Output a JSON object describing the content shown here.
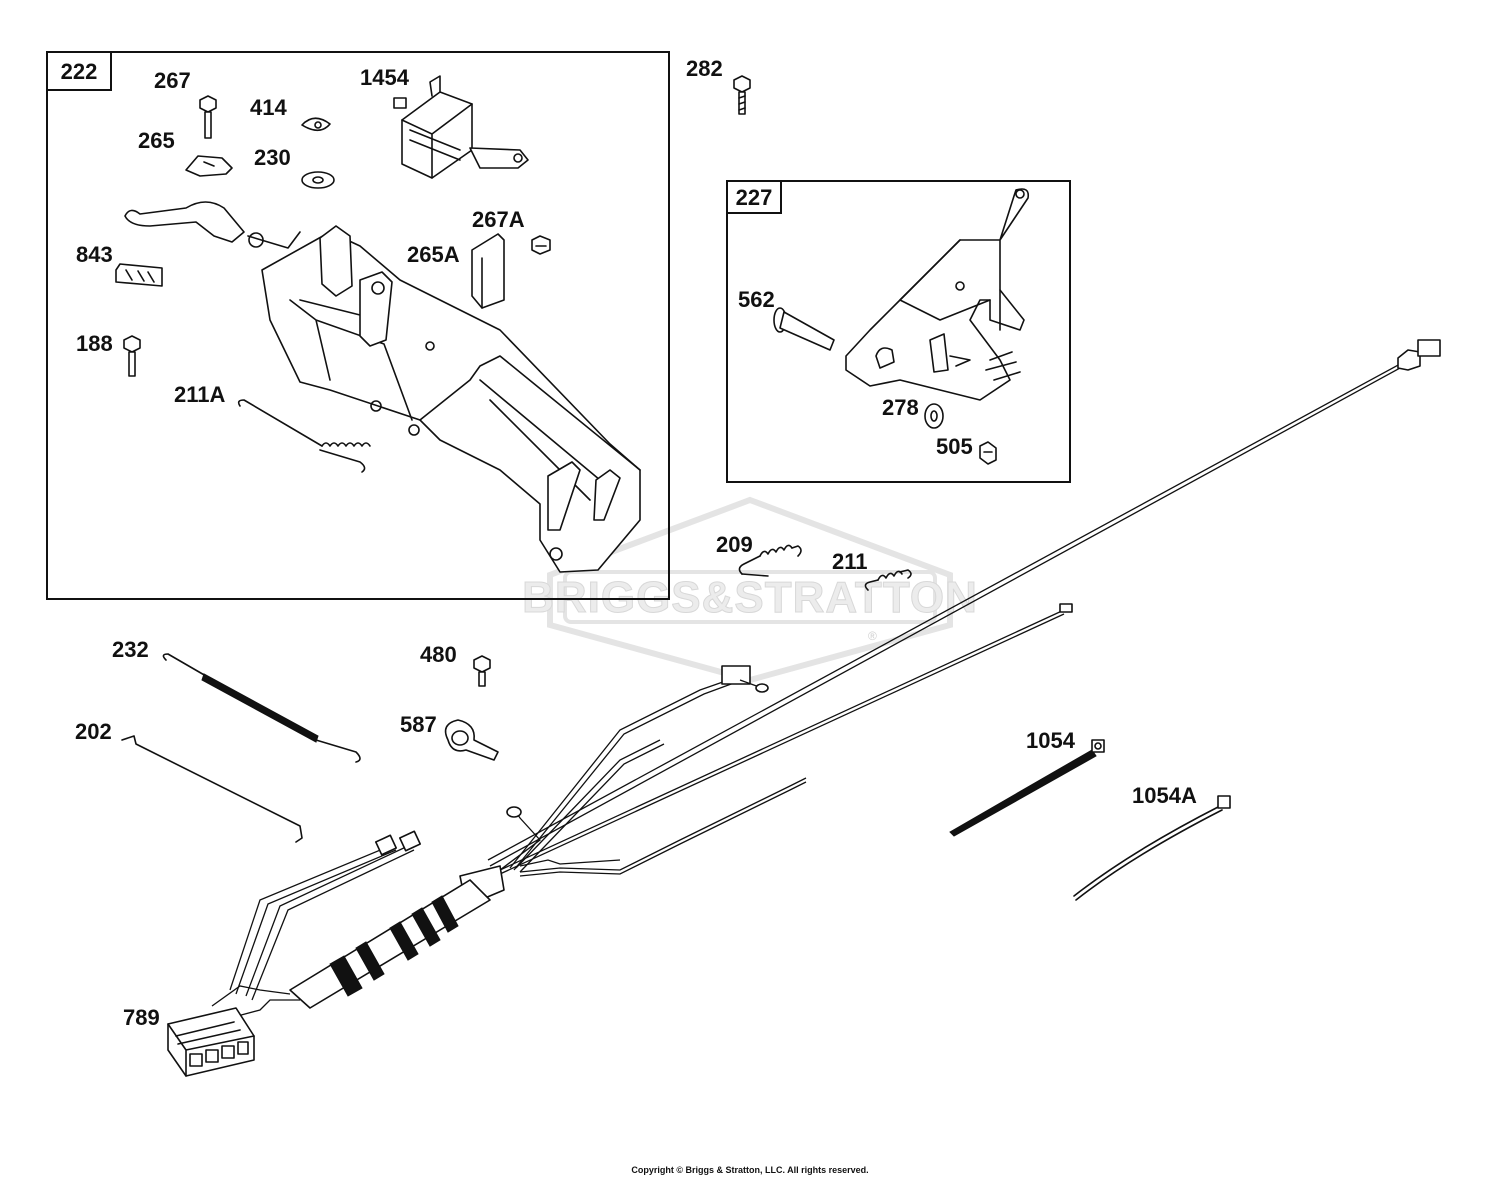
{
  "watermark": {
    "text": "BRIGGS&STRATTON",
    "registered": "®"
  },
  "boxes": [
    {
      "id": "222",
      "label": "222"
    },
    {
      "id": "227",
      "label": "227"
    }
  ],
  "callouts": [
    {
      "id": "267",
      "text": "267"
    },
    {
      "id": "414",
      "text": "414"
    },
    {
      "id": "1454",
      "text": "1454"
    },
    {
      "id": "265",
      "text": "265"
    },
    {
      "id": "230",
      "text": "230"
    },
    {
      "id": "267A",
      "text": "267A"
    },
    {
      "id": "843",
      "text": "843"
    },
    {
      "id": "265A",
      "text": "265A"
    },
    {
      "id": "188",
      "text": "188"
    },
    {
      "id": "211A",
      "text": "211A"
    },
    {
      "id": "282",
      "text": "282"
    },
    {
      "id": "562",
      "text": "562"
    },
    {
      "id": "278",
      "text": "278"
    },
    {
      "id": "505",
      "text": "505"
    },
    {
      "id": "209",
      "text": "209"
    },
    {
      "id": "211",
      "text": "211"
    },
    {
      "id": "232",
      "text": "232"
    },
    {
      "id": "480",
      "text": "480"
    },
    {
      "id": "202",
      "text": "202"
    },
    {
      "id": "587",
      "text": "587"
    },
    {
      "id": "1054",
      "text": "1054"
    },
    {
      "id": "1054A",
      "text": "1054A"
    },
    {
      "id": "789",
      "text": "789"
    }
  ],
  "copyright": "Copyright © Briggs & Stratton, LLC. All rights reserved."
}
